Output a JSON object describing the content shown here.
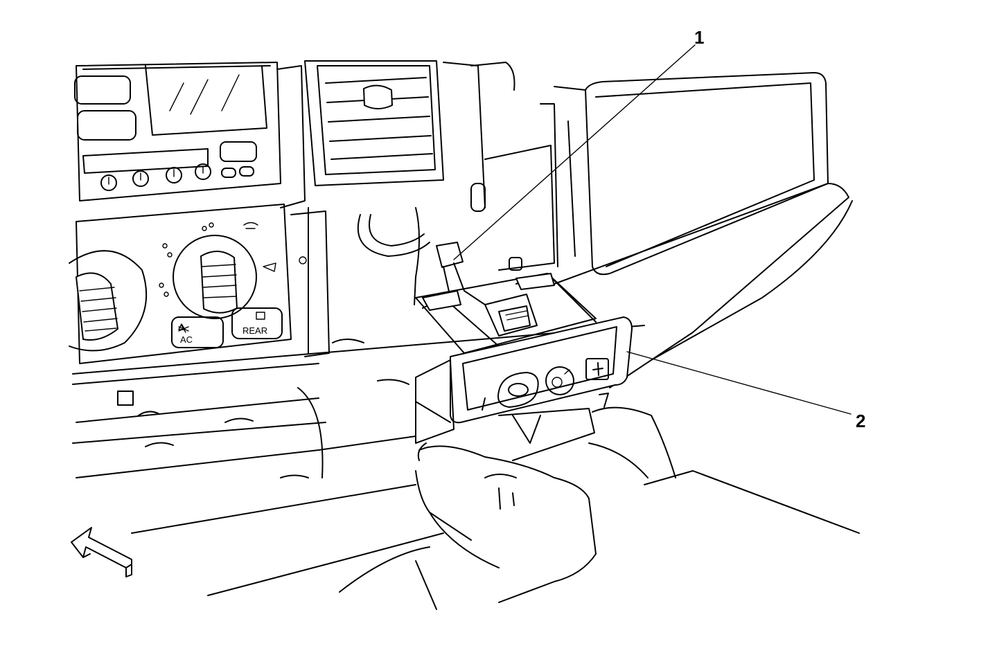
{
  "callouts": [
    {
      "id": "1",
      "label": "1"
    },
    {
      "id": "2",
      "label": "2"
    }
  ],
  "panel_labels": {
    "ac": "AC",
    "rear": "REAR"
  },
  "icons": [
    "direction-arrow-icon",
    "lamp-switch-icon",
    "dome-lamp-icon",
    "plus-icon",
    "defrost-icon",
    "snowflake-icon"
  ]
}
